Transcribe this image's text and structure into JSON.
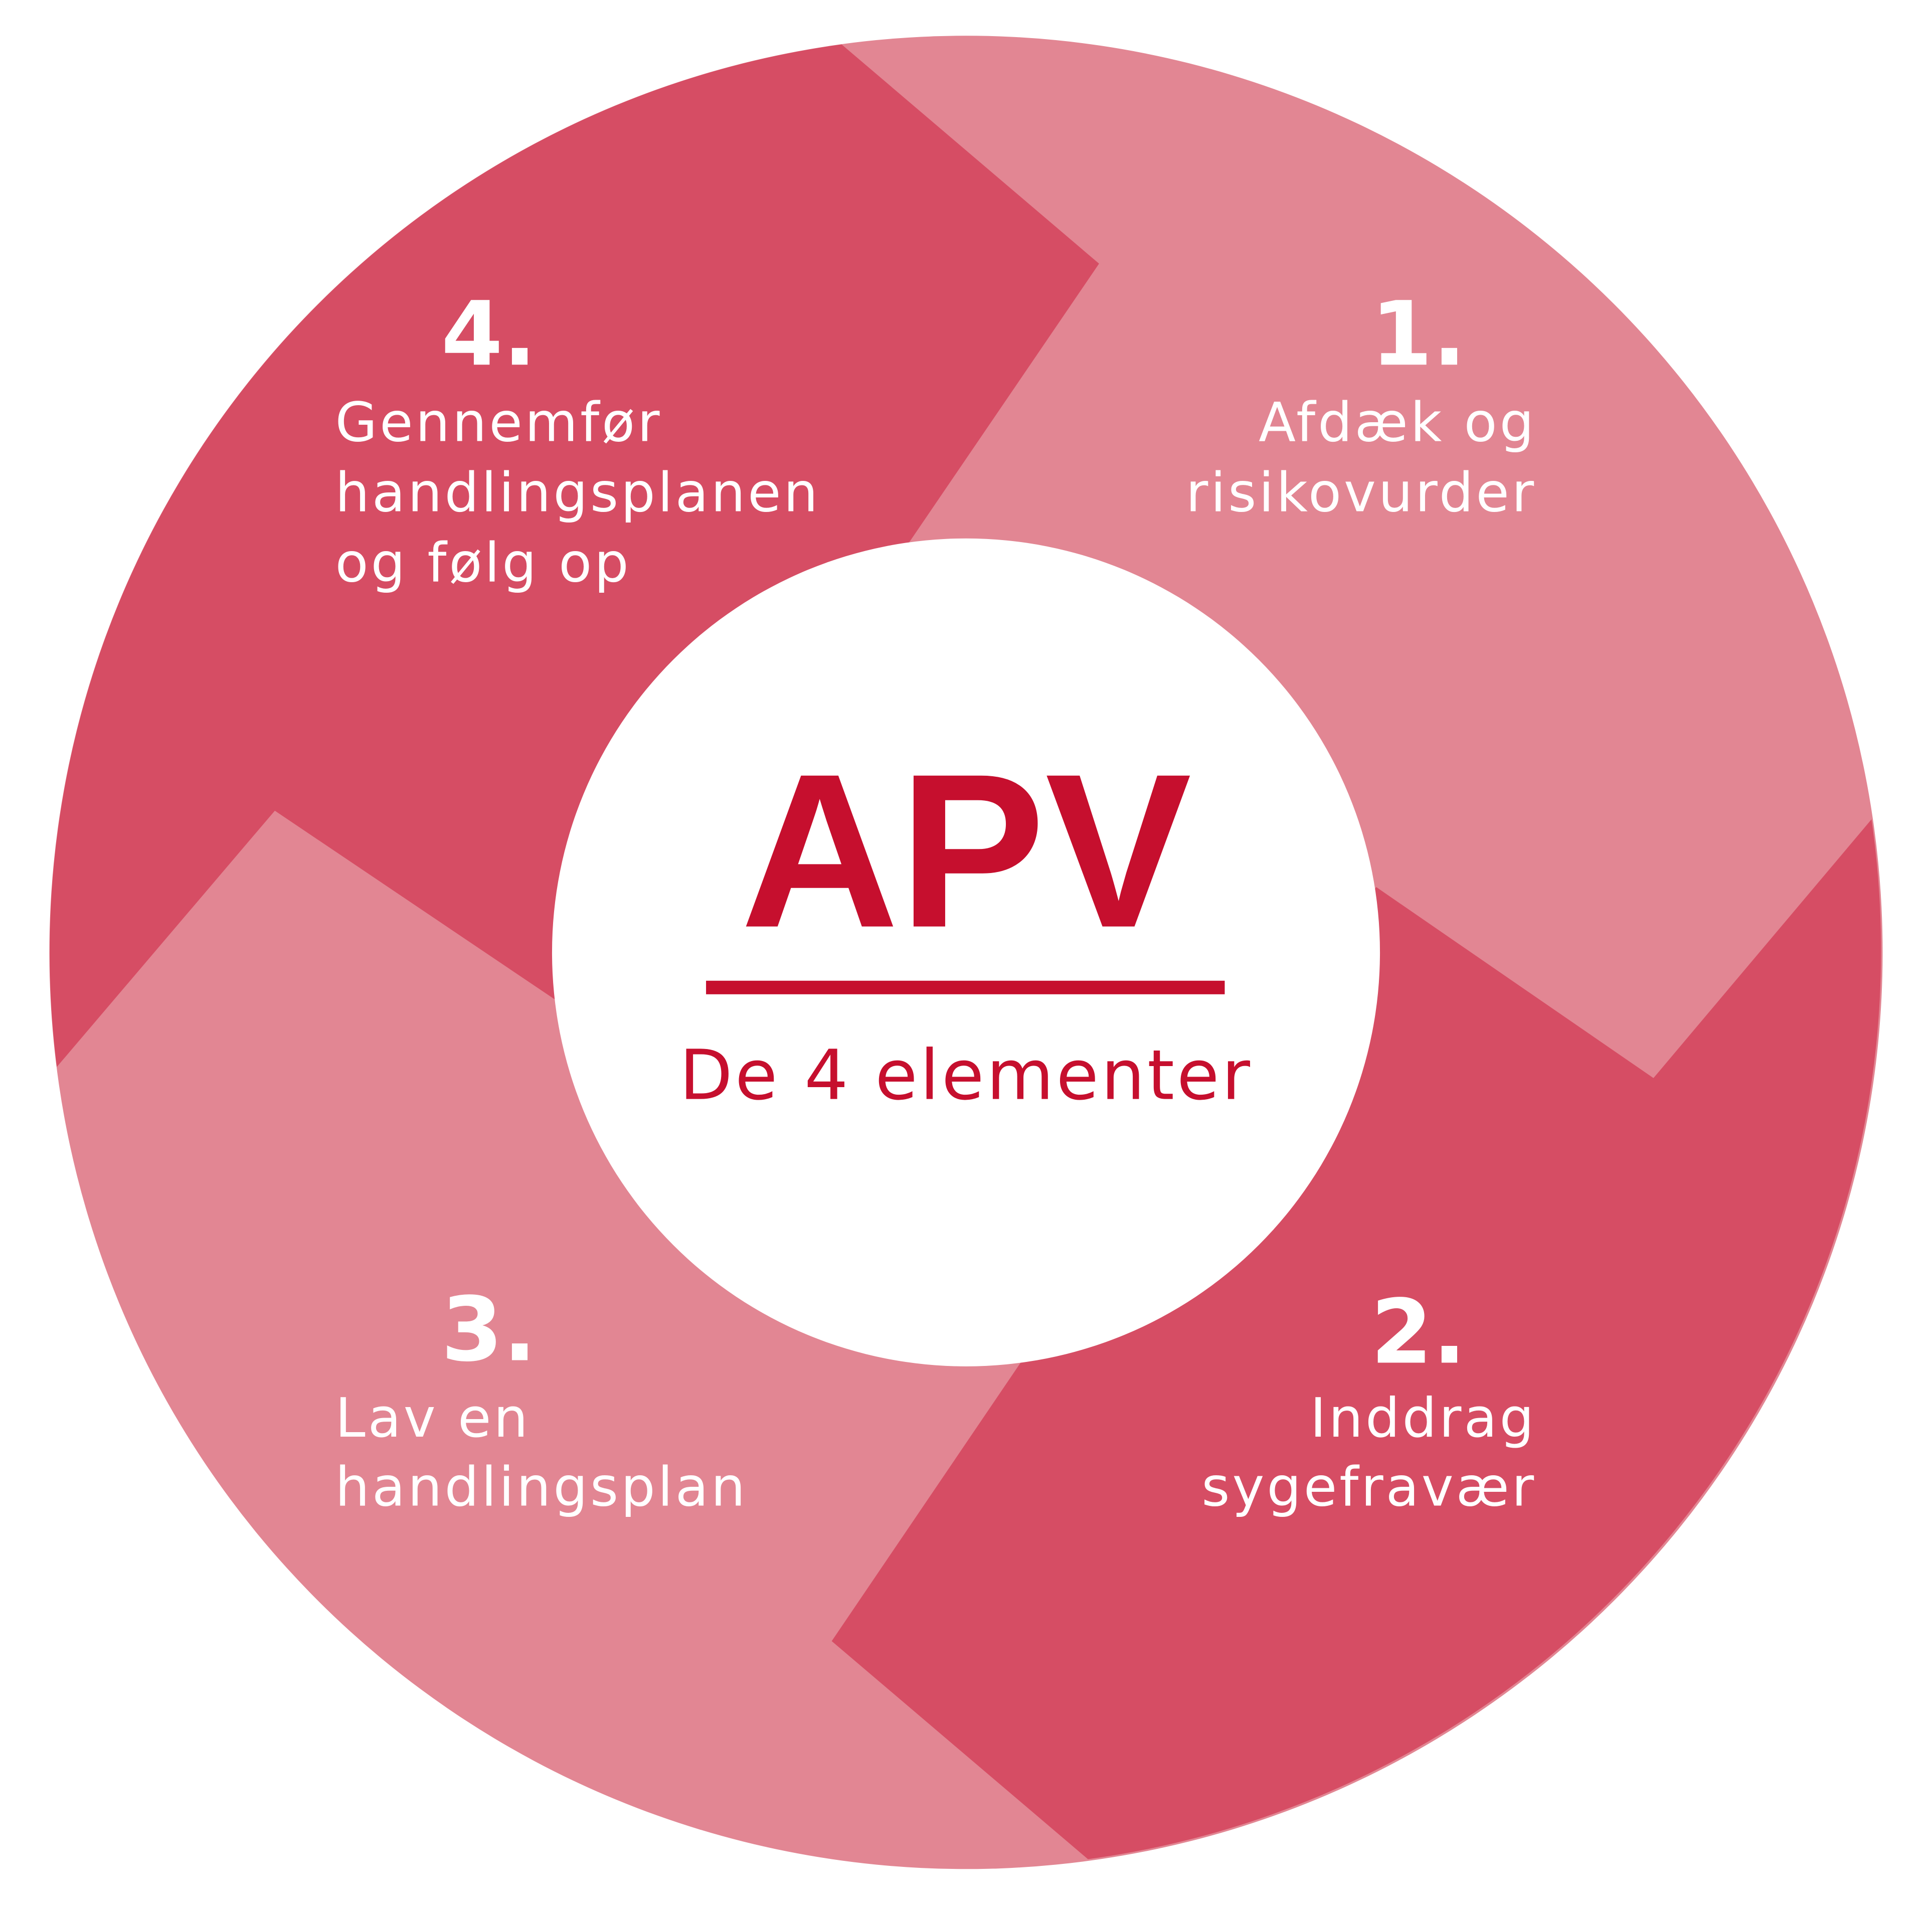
{
  "center": {
    "title": "APV",
    "subtitle": "De 4 elementer"
  },
  "steps": [
    {
      "number": "1.",
      "lines": [
        "Afdæk og",
        "risikovurder"
      ]
    },
    {
      "number": "2.",
      "lines": [
        "Inddrag",
        "sygefravær"
      ]
    },
    {
      "number": "3.",
      "lines": [
        "Lav en",
        "handlingsplan"
      ]
    },
    {
      "number": "4.",
      "lines": [
        "Gennemfør",
        "handlingsplanen",
        "og følg op"
      ]
    }
  ],
  "colors": {
    "light": "#E28693",
    "dark": "#D64D64",
    "accent": "#C60F2E",
    "background": "#FFFFFF"
  }
}
